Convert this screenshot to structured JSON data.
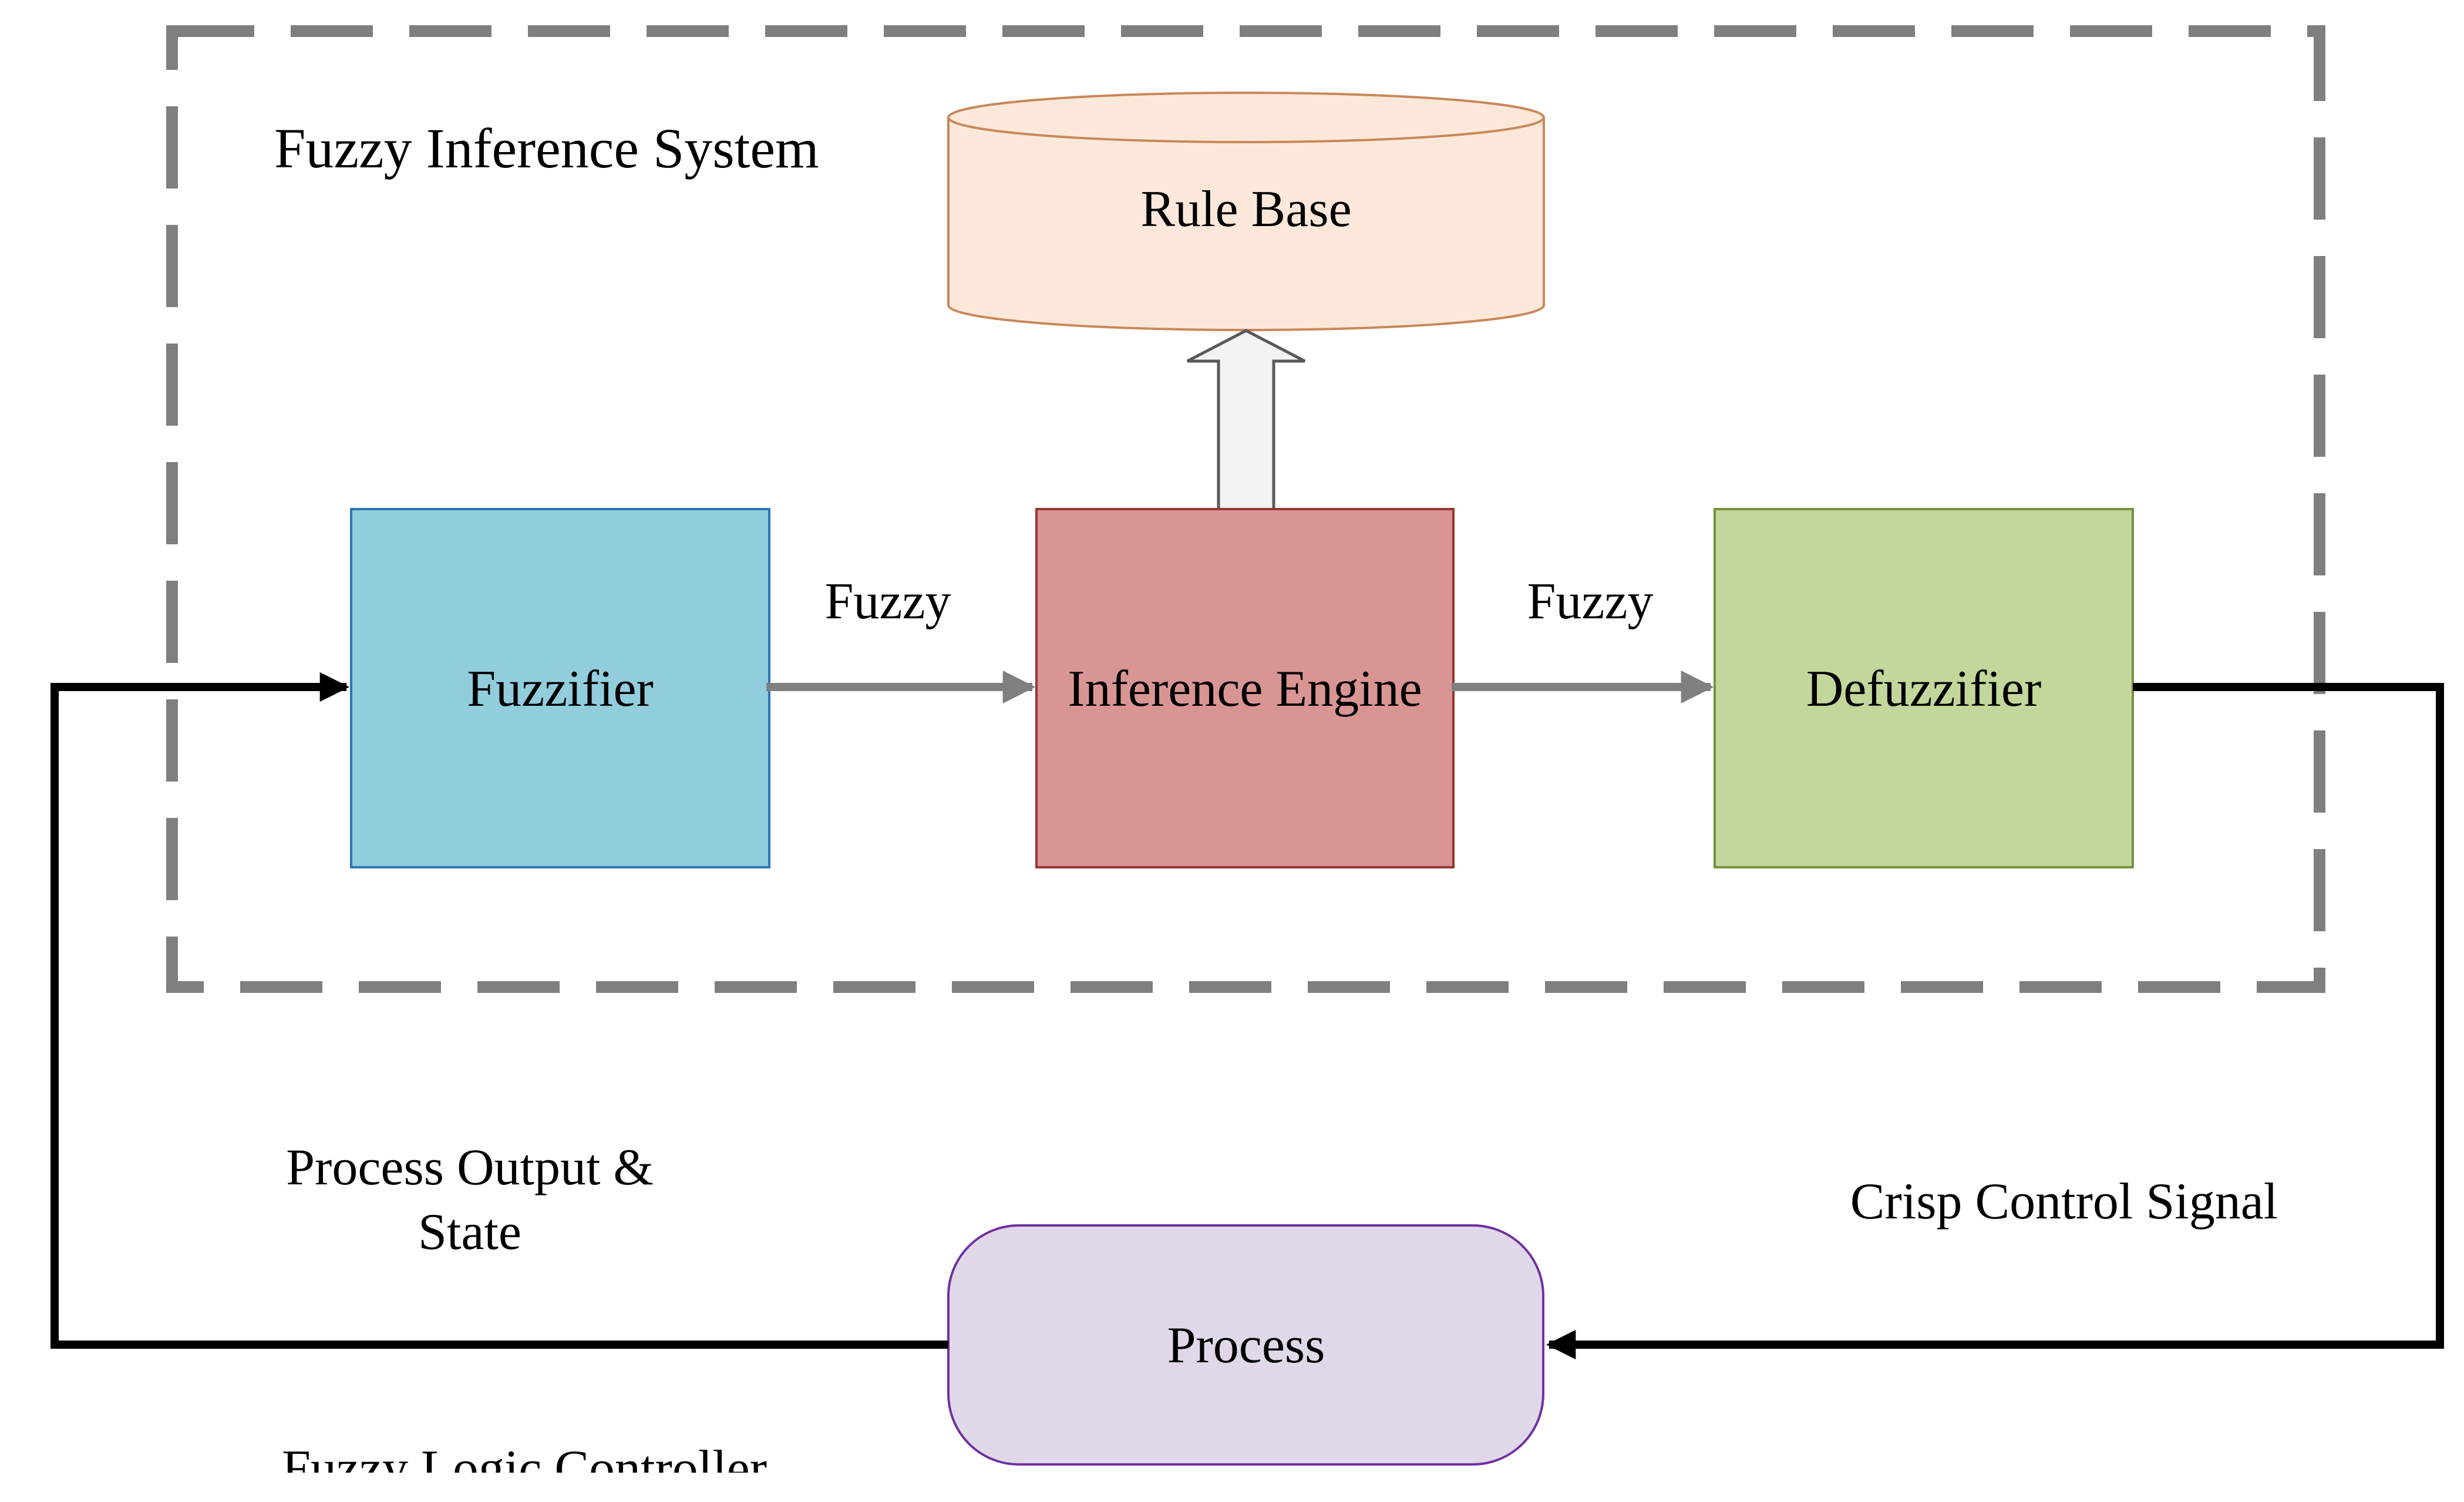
{
  "diagram": {
    "system_label": "Fuzzy Inference System",
    "controller_label": "Fuzzy Logic Controller",
    "rule_base": {
      "label": "Rule Base",
      "fill": "#fce8da",
      "stroke": "#c9885a"
    },
    "fuzzifier": {
      "label": "Fuzzifier",
      "fill": "#92cddc",
      "stroke": "#2e75b6"
    },
    "inference_engine": {
      "label": "Inference Engine",
      "fill": "#d99594",
      "stroke": "#943634"
    },
    "defuzzifier": {
      "label": "Defuzzifier",
      "fill": "#c3d69b",
      "stroke": "#76923c"
    },
    "process": {
      "label": "Process",
      "fill": "#e0d8e8",
      "stroke": "#7030a0"
    },
    "edges": {
      "fuzzy_in": "Fuzzy",
      "fuzzy_out": "Fuzzy",
      "feedback_line1": "Process Output  &",
      "feedback_line2": "State",
      "control_signal": "Crisp Control Signal"
    },
    "colors": {
      "dashed_border": "#7f7f7f",
      "internal_arrow": "#808080",
      "loop_arrow": "#000000"
    }
  }
}
